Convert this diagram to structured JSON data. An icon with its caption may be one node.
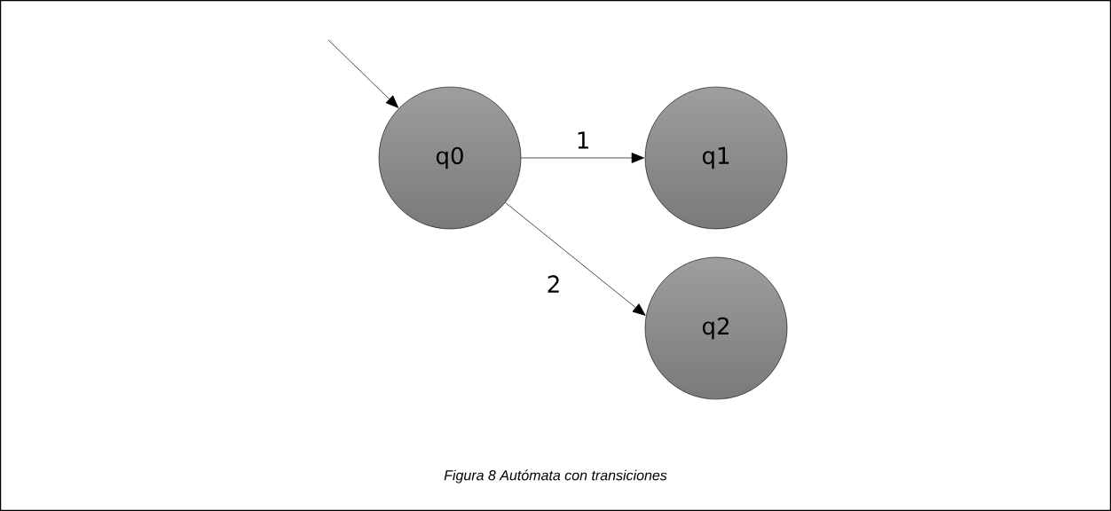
{
  "diagram": {
    "caption": "Figura 8 Autómata con transiciones",
    "nodes": [
      {
        "text": [
          "q0"
        ]
      },
      {
        "text": [
          "q1"
        ]
      },
      {
        "text": [
          "q2"
        ]
      }
    ],
    "edges": [
      {
        "from": null,
        "to": 0,
        "arrow": "to"
      },
      {
        "from": 0,
        "to": 1,
        "label": "1",
        "arrow": "to"
      },
      {
        "from": 0,
        "to": 2,
        "label": "2",
        "arrow": "to"
      }
    ]
  }
}
